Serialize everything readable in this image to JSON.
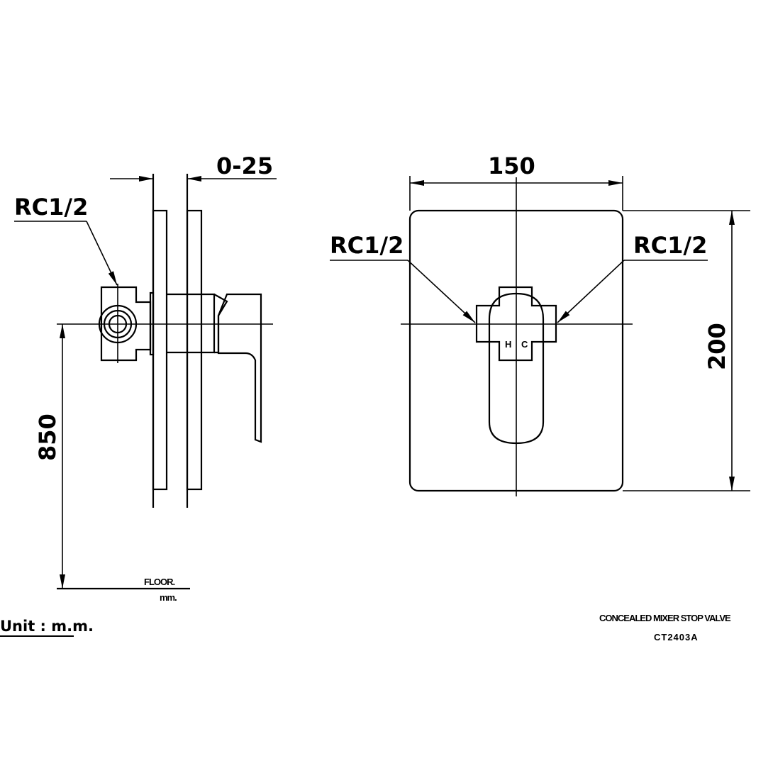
{
  "side_view": {
    "connection_label": "RC1/2",
    "offset_dim": "0-25",
    "height_dim": "850",
    "floor_label": "FLOOR.",
    "floor_unit": "mm."
  },
  "front_view": {
    "width_dim": "150",
    "height_dim": "200",
    "left_connection_label": "RC1/2",
    "right_connection_label": "RC1/2",
    "handle_marks": [
      "H",
      "C"
    ]
  },
  "footer": {
    "unit": "Unit : m.m.",
    "product_name": "CONCEALED MIXER  STOP VALVE",
    "model": "CT2403A"
  }
}
